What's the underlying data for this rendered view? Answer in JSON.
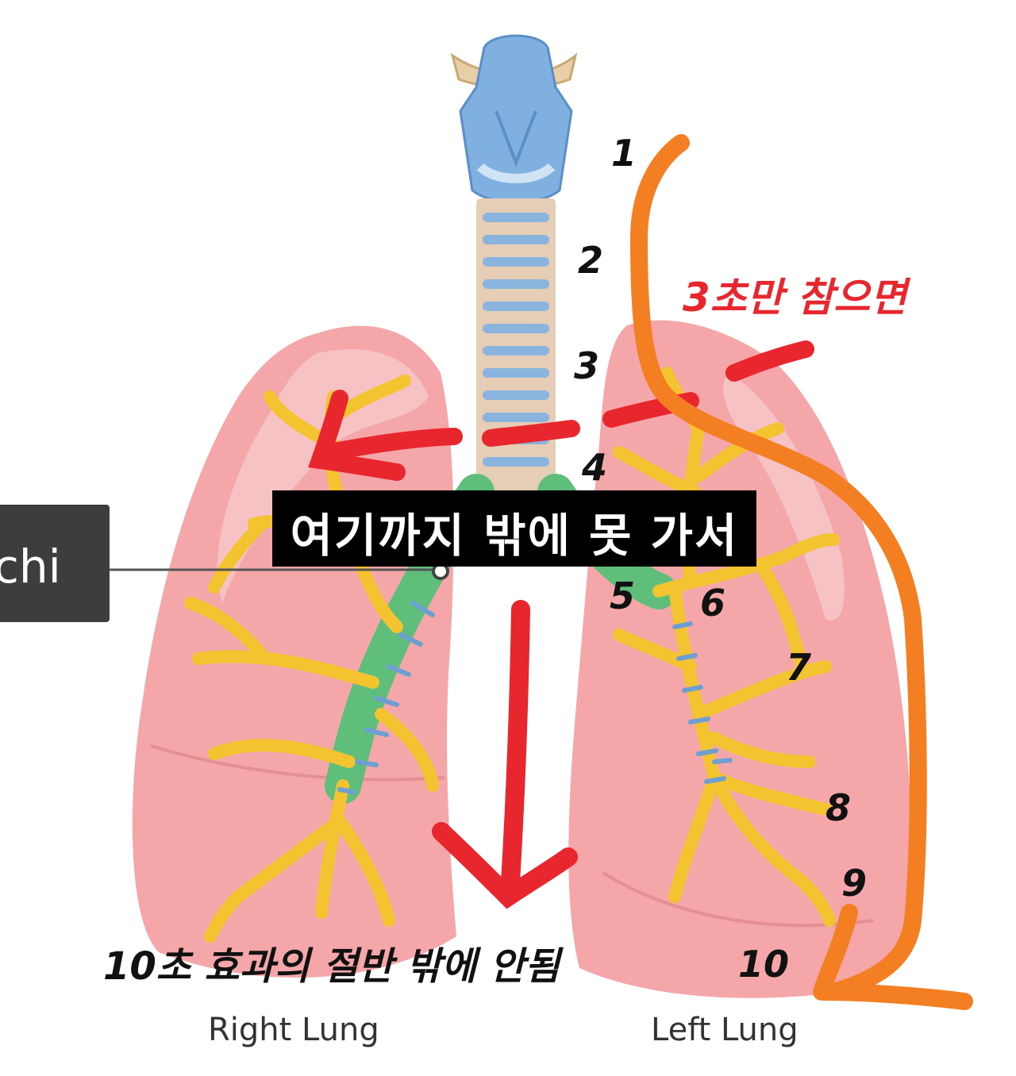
{
  "diagram": {
    "labels": {
      "bronchi_tag": "chi",
      "banner": "여기까지 밖에 못 가서",
      "top_note": "3초만 참으면",
      "bottom_note": "10초 효과의 절반 밖에 안됨",
      "right_lung": "Right Lung",
      "left_lung": "Left Lung"
    },
    "numbers": [
      "1",
      "2",
      "3",
      "4",
      "5",
      "6",
      "7",
      "8",
      "9",
      "10"
    ],
    "colors": {
      "lung": "#f4a6a8",
      "lung_light": "#f8c9c9",
      "bronchi": "#f4c430",
      "primary_bronchus": "#5fbf7a",
      "cartilage": "#6e9fd3",
      "trachea": "#e6cdb5",
      "red_arrow": "#e8262d",
      "orange_path": "#f47f22"
    }
  }
}
